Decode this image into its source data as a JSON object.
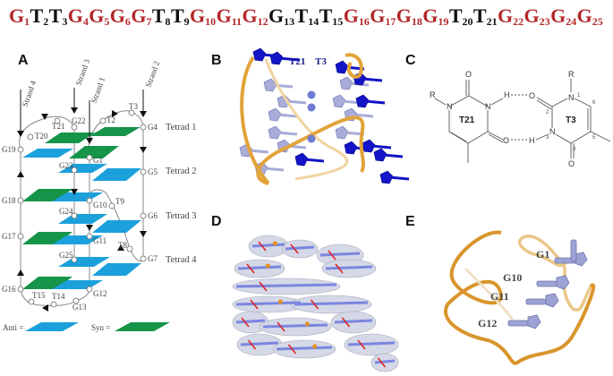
{
  "sequence": [
    {
      "base": "G",
      "num": "1",
      "color": "#b3272a"
    },
    {
      "base": "T",
      "num": "2",
      "color": "#111111"
    },
    {
      "base": "T",
      "num": "3",
      "color": "#111111"
    },
    {
      "base": "G",
      "num": "4",
      "color": "#b3272a"
    },
    {
      "base": "G",
      "num": "5",
      "color": "#b3272a"
    },
    {
      "base": "G",
      "num": "6",
      "color": "#b3272a"
    },
    {
      "base": "G",
      "num": "7",
      "color": "#b3272a"
    },
    {
      "base": "T",
      "num": "8",
      "color": "#111111"
    },
    {
      "base": "T",
      "num": "9",
      "color": "#111111"
    },
    {
      "base": "G",
      "num": "10",
      "color": "#b3272a"
    },
    {
      "base": "G",
      "num": "11",
      "color": "#b3272a"
    },
    {
      "base": "G",
      "num": "12",
      "color": "#b3272a"
    },
    {
      "base": "G",
      "num": "13",
      "color": "#111111"
    },
    {
      "base": "T",
      "num": "14",
      "color": "#111111"
    },
    {
      "base": "T",
      "num": "15",
      "color": "#111111"
    },
    {
      "base": "G",
      "num": "16",
      "color": "#b3272a"
    },
    {
      "base": "G",
      "num": "17",
      "color": "#b3272a"
    },
    {
      "base": "G",
      "num": "18",
      "color": "#b3272a"
    },
    {
      "base": "G",
      "num": "19",
      "color": "#b3272a"
    },
    {
      "base": "T",
      "num": "20",
      "color": "#111111"
    },
    {
      "base": "T",
      "num": "21",
      "color": "#111111"
    },
    {
      "base": "G",
      "num": "22",
      "color": "#b3272a"
    },
    {
      "base": "G",
      "num": "23",
      "color": "#b3272a"
    },
    {
      "base": "G",
      "num": "24",
      "color": "#b3272a"
    },
    {
      "base": "G",
      "num": "25",
      "color": "#b3272a"
    }
  ],
  "panels": {
    "a": "A",
    "b": "B",
    "c": "C",
    "d": "D",
    "e": "E"
  },
  "panel_a": {
    "strands": [
      "Strand 4",
      "Strand 3",
      "Strand 1",
      "Strand 2"
    ],
    "tetrads": [
      "Tetrad 1",
      "Tetrad 2",
      "Tetrad 3",
      "Tetrad 4"
    ],
    "nodes": [
      "G4",
      "G19",
      "G1",
      "G5",
      "G23",
      "G18",
      "G10",
      "G6",
      "G24",
      "G17",
      "G11",
      "G7",
      "G25",
      "G16",
      "G12",
      "T2",
      "T3",
      "G22",
      "T21",
      "T20",
      "T9",
      "T8",
      "T15",
      "T14",
      "G13"
    ],
    "legend": {
      "anti_label": "Anti =",
      "syn_label": "Syn ="
    },
    "colors": {
      "anti": "#1ba0dc",
      "syn": "#15944a"
    }
  },
  "panel_b": {
    "labels": [
      "T21",
      "T3"
    ]
  },
  "panel_c": {
    "left_ring": "T21",
    "right_ring": "T3",
    "atoms": {
      "O": "O",
      "N": "N",
      "H": "H",
      "R": "R"
    },
    "numbers": [
      "1",
      "2",
      "3",
      "4",
      "5",
      "6"
    ]
  },
  "panel_e": {
    "labels": [
      "G1",
      "G10",
      "G11",
      "G12"
    ]
  },
  "colors": {
    "backbone": "#e3a23a",
    "base_dark": "#1414c8",
    "base_light": "#a8acd8"
  }
}
